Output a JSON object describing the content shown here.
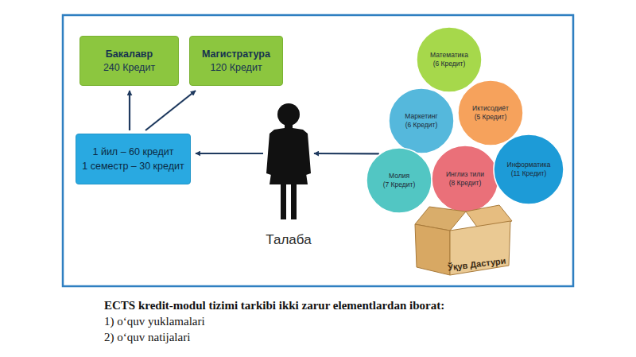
{
  "diagram": {
    "caption": "ECTS kredit-modul tizimi tarkibi ikki zarur elementlardan iborat:",
    "nodes": [
      {
        "text": [
          "Бакалавр",
          "240 Кредит"
        ]
      },
      {
        "text": [
          "Магистратура",
          "120 Кредит"
        ]
      },
      {
        "text": [
          "Математика",
          "(6 Кредит)"
        ]
      },
      {
        "text": [
          "Маркетинг",
          "(6 Кредит)"
        ]
      },
      {
        "text": [
          "Иктисодиёт",
          "(5 Кредит)"
        ]
      },
      {
        "text": [
          "1 йил – 60 кредит",
          "1 семестр – 30 кредит"
        ]
      },
      {
        "text": [
          "Талаба"
        ]
      },
      {
        "text": [
          "Молия",
          "(7 Кредит)"
        ]
      },
      {
        "text": [
          "Инглиз тили",
          "(8 Кредит)"
        ]
      },
      {
        "text": [
          "Информатика",
          "(11 Кредит)"
        ]
      },
      {
        "text": [
          "Ўқув Дастури"
        ]
      }
    ],
    "edges": [
      {
        "from": 7,
        "to": 6,
        "arrow": "to"
      },
      {
        "from": 6,
        "to": 5,
        "arrow": "to"
      },
      {
        "from": 5,
        "to": 0,
        "arrow": "to"
      },
      {
        "from": 5,
        "to": 1,
        "arrow": "to"
      }
    ],
    "labels": [
      "1) o‘quv yuklamalari",
      "2) o‘quv natijalari"
    ]
  }
}
